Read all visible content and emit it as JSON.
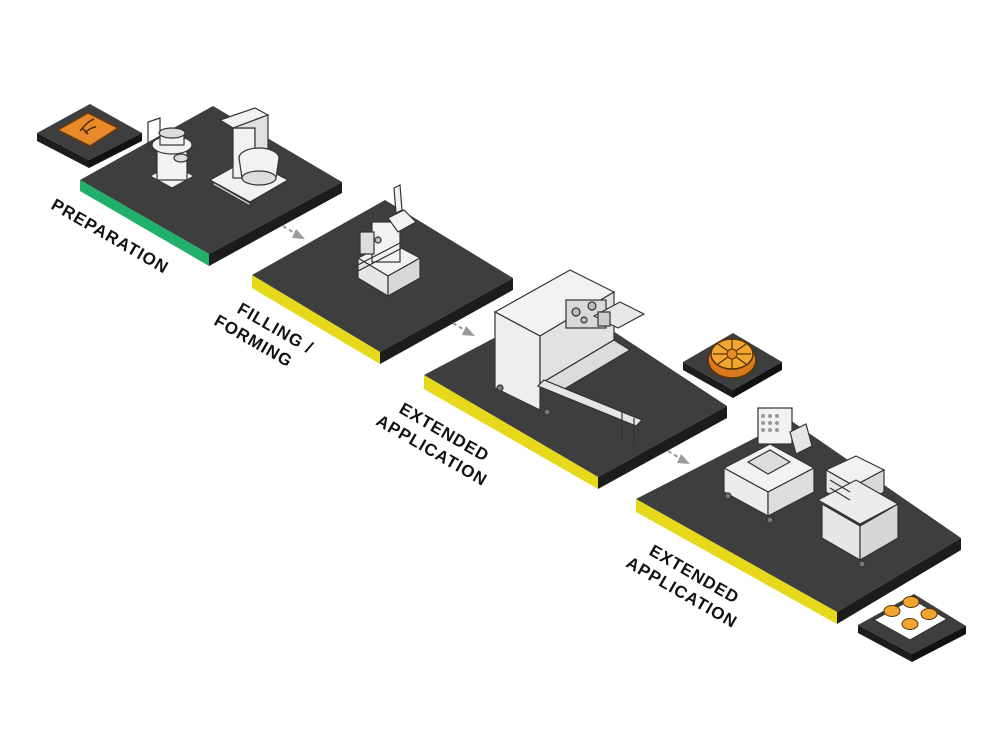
{
  "colors": {
    "platform_top": "#3e3e3e",
    "platform_side": "#1c1c1c",
    "green_stripe": "#21b06a",
    "yellow_stripe": "#e6d91b",
    "machine_body": "#f2f2f2",
    "machine_line": "#333333",
    "arrow": "#9a9a9a",
    "orange": "#e98a2a"
  },
  "stages": [
    {
      "label_lines": [
        "PREPARATION"
      ],
      "stripe": "green"
    },
    {
      "label_lines": [
        "FILLING /",
        "FORMING"
      ],
      "stripe": "yellow"
    },
    {
      "label_lines": [
        "EXTENDED",
        "APPLICATION"
      ],
      "stripe": "yellow"
    },
    {
      "label_lines": [
        "EXTENDED",
        "APPLICATION"
      ],
      "stripe": "yellow"
    }
  ],
  "icons": {
    "flour_bag": "flour-bag-icon",
    "mooncake": "mooncake-icon",
    "packaged_cakes": "packaged-cakes-icon"
  }
}
